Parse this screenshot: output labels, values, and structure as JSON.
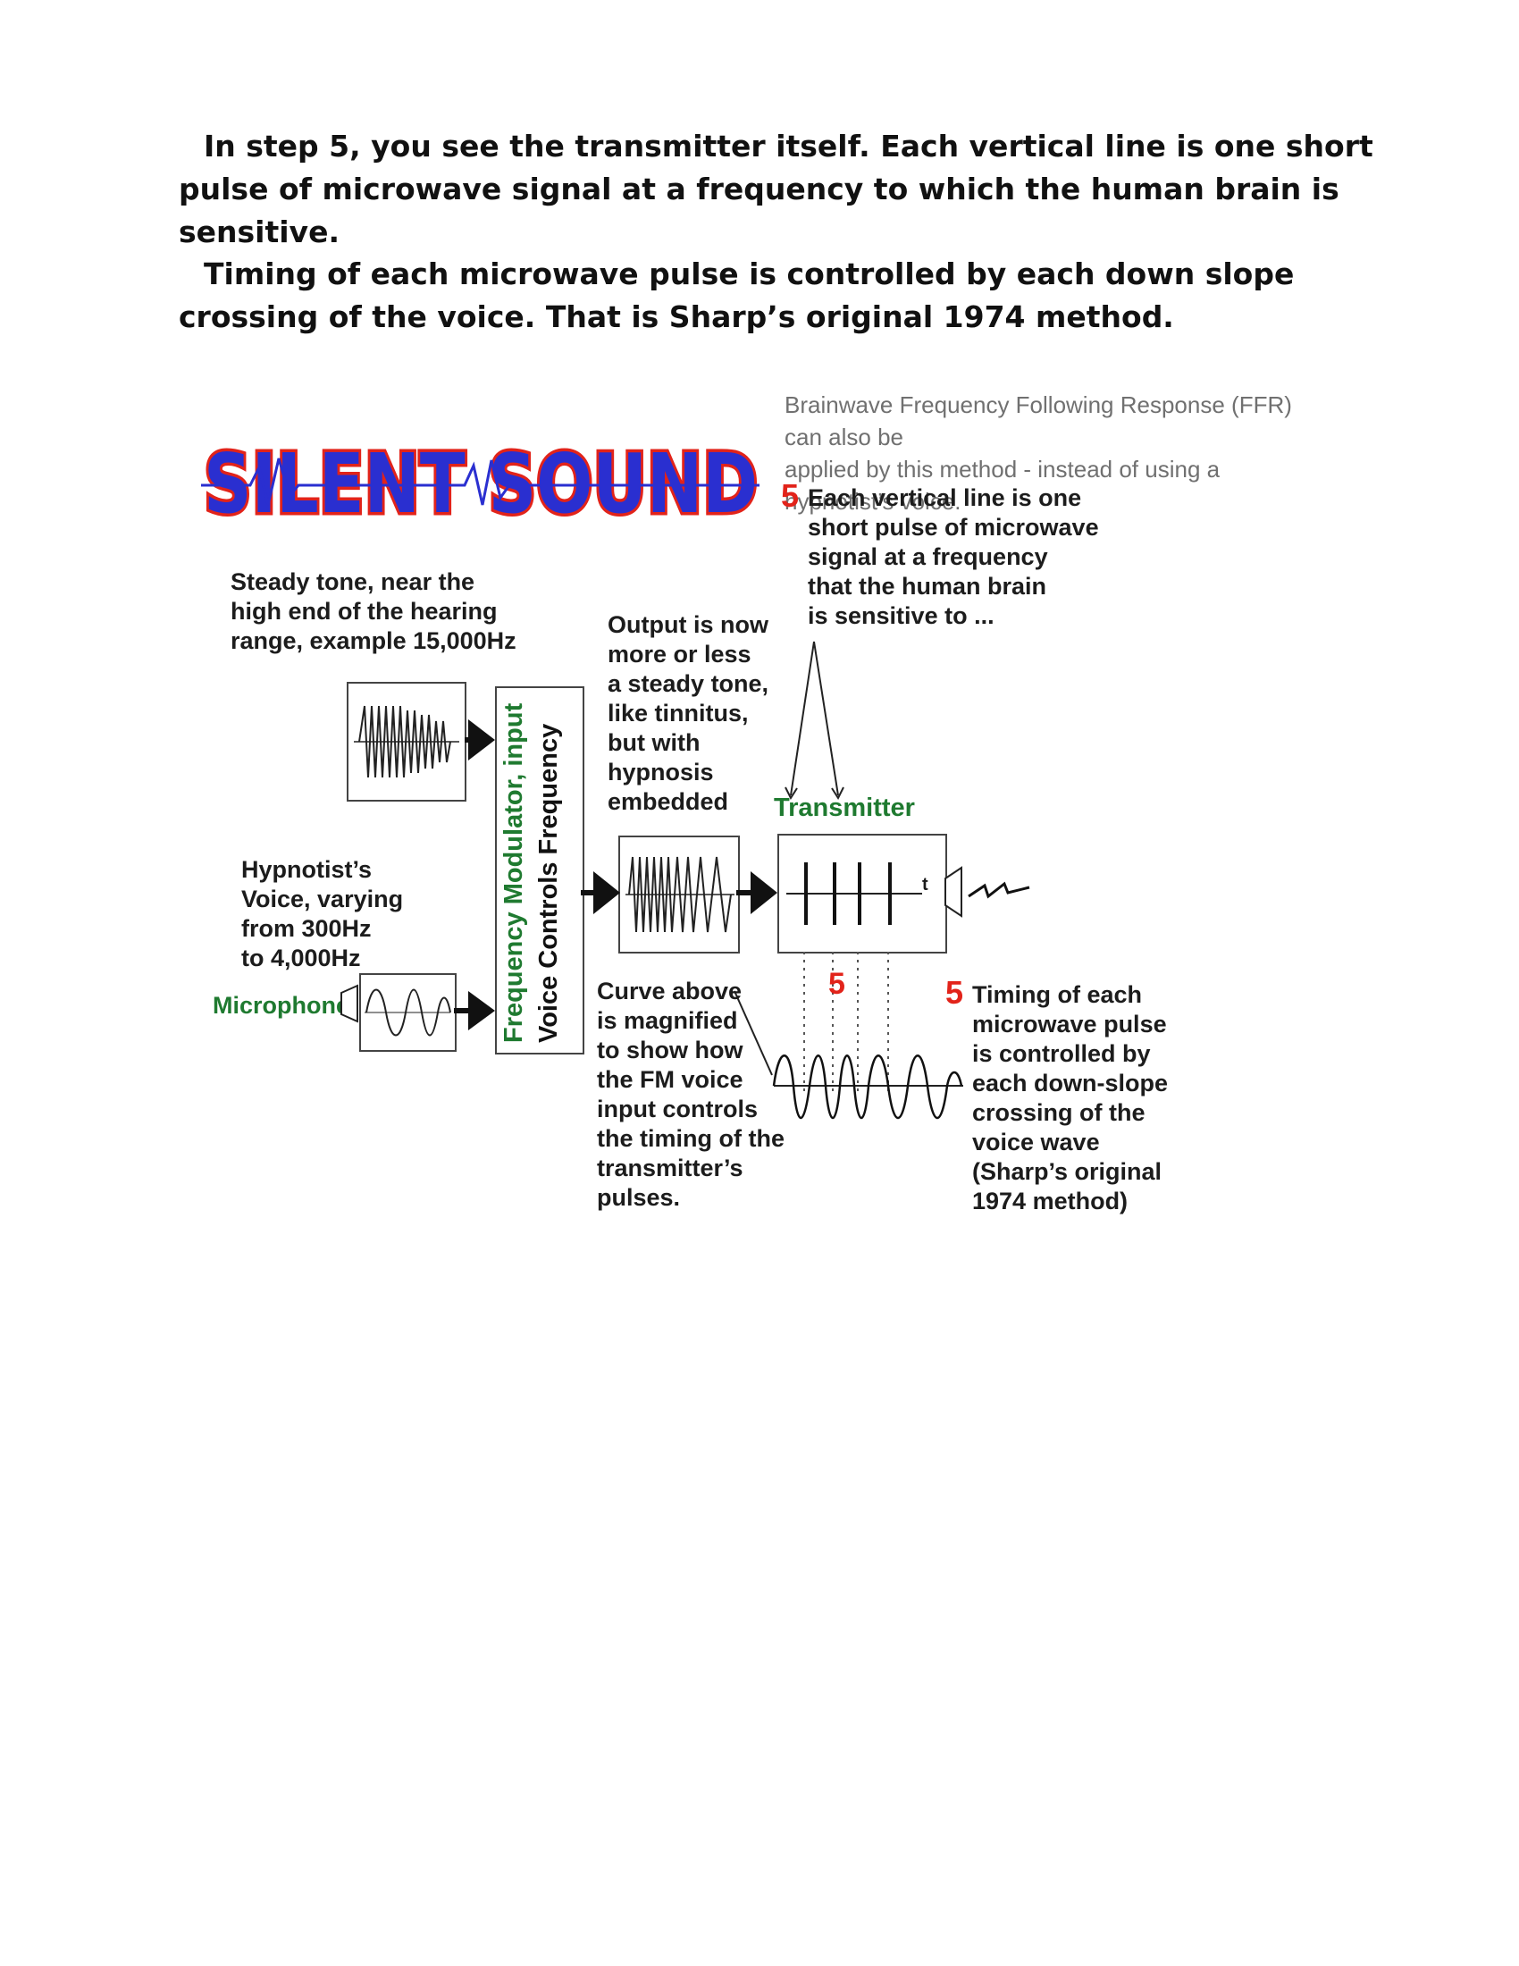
{
  "document": {
    "paragraphs": [
      "In step 5, you see the transmitter itself. Each vertical line is one short pulse of microwave signal at a frequency to which the human brain is sensitive.",
      "Timing of each microwave pulse is controlled by each down slope crossing of the voice. That is Sharp’s original 1974 method."
    ]
  },
  "figure": {
    "logo_text": "SILENT SOUND",
    "ffr_note": "Brainwave Frequency Following Response (FFR) can also be\napplied by this method - instead of using a hypnotist’s voice.",
    "step_number": "5",
    "pulse_note": "Each vertical line is one\nshort pulse of microwave\nsignal at a frequency\nthat the human brain\nis sensitive to ...",
    "steady_tone": "Steady tone, near the\nhigh end of the hearing\nrange, example 15,000Hz",
    "output_note": "Output is now\nmore or less\na steady tone,\nlike tinnitus,\nbut with\nhypnosis\nembedded",
    "transmitter_label": "Transmitter",
    "hypnotist_voice": "Hypnotist’s\nVoice, varying\nfrom 300Hz\nto 4,000Hz",
    "microphone_label": "Microphone",
    "modulator_line1": "Frequency Modulator, input",
    "modulator_line2": "Voice Controls Frequency",
    "curve_note": "Curve above\nis magnified\nto show how\nthe FM voice\ninput controls\nthe timing of the\ntransmitter’s\npulses.",
    "timing_note": "Timing of each\nmicrowave pulse\nis controlled by\neach down-slope\ncrossing of the\nvoice wave\n(Sharp’s original\n1974 method)",
    "time_axis_label": "t",
    "colors": {
      "logo_red": "#e2231a",
      "logo_blue": "#2a2fd0",
      "label_green": "#1f7a30",
      "accent_red": "#e2231a"
    }
  }
}
